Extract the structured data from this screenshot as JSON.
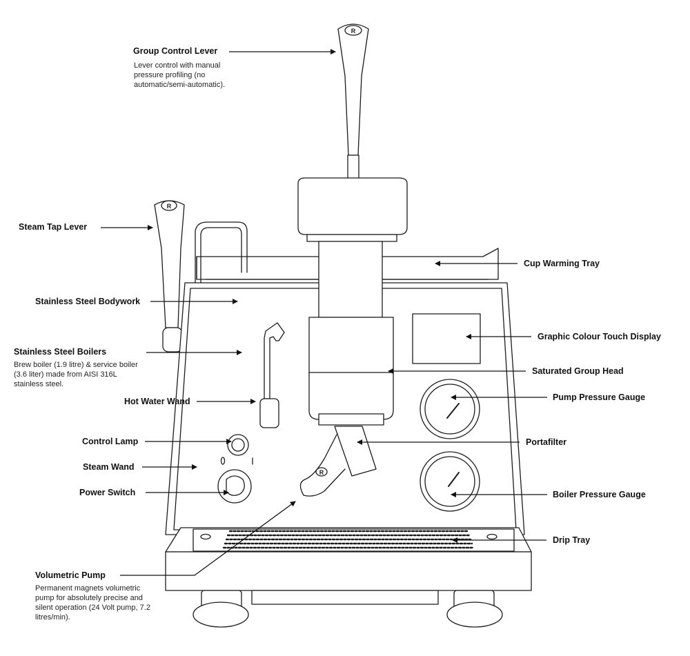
{
  "callouts": {
    "group_control_lever": {
      "title": "Group Control Lever",
      "desc": "Lever control with manual pressure profiling (no automatic/semi-automatic)."
    },
    "steam_tap_lever": {
      "title": "Steam Tap Lever"
    },
    "stainless_steel_bodywork": {
      "title": "Stainless Steel Bodywork"
    },
    "stainless_steel_boilers": {
      "title": "Stainless Steel Boilers",
      "desc": "Brew boiler (1.9 litre) & service boiler (3.6 liter) made from AISI 316L stainless steel."
    },
    "hot_water_wand": {
      "title": "Hot Water Wand"
    },
    "control_lamp": {
      "title": "Control Lamp"
    },
    "steam_wand": {
      "title": "Steam Wand"
    },
    "power_switch": {
      "title": "Power Switch"
    },
    "volumetric_pump": {
      "title": "Volumetric Pump",
      "desc": "Permanent magnets volumetric pump for absolutely precise and silent operation (24 Volt pump, 7.2 litres/min)."
    },
    "cup_warming_tray": {
      "title": "Cup Warming Tray"
    },
    "graphic_colour_touch_display": {
      "title": "Graphic Colour Touch Display"
    },
    "saturated_group_head": {
      "title": "Saturated Group Head"
    },
    "pump_pressure_gauge": {
      "title": "Pump Pressure Gauge"
    },
    "portafilter": {
      "title": "Portafilter"
    },
    "boiler_pressure_gauge": {
      "title": "Boiler Pressure Gauge"
    },
    "drip_tray": {
      "title": "Drip Tray"
    }
  },
  "machine": {
    "logo_letter": "R",
    "switch_marks": [
      "0",
      "I"
    ]
  },
  "colors": {
    "line": "#1a1a1a",
    "background": "#ffffff"
  }
}
